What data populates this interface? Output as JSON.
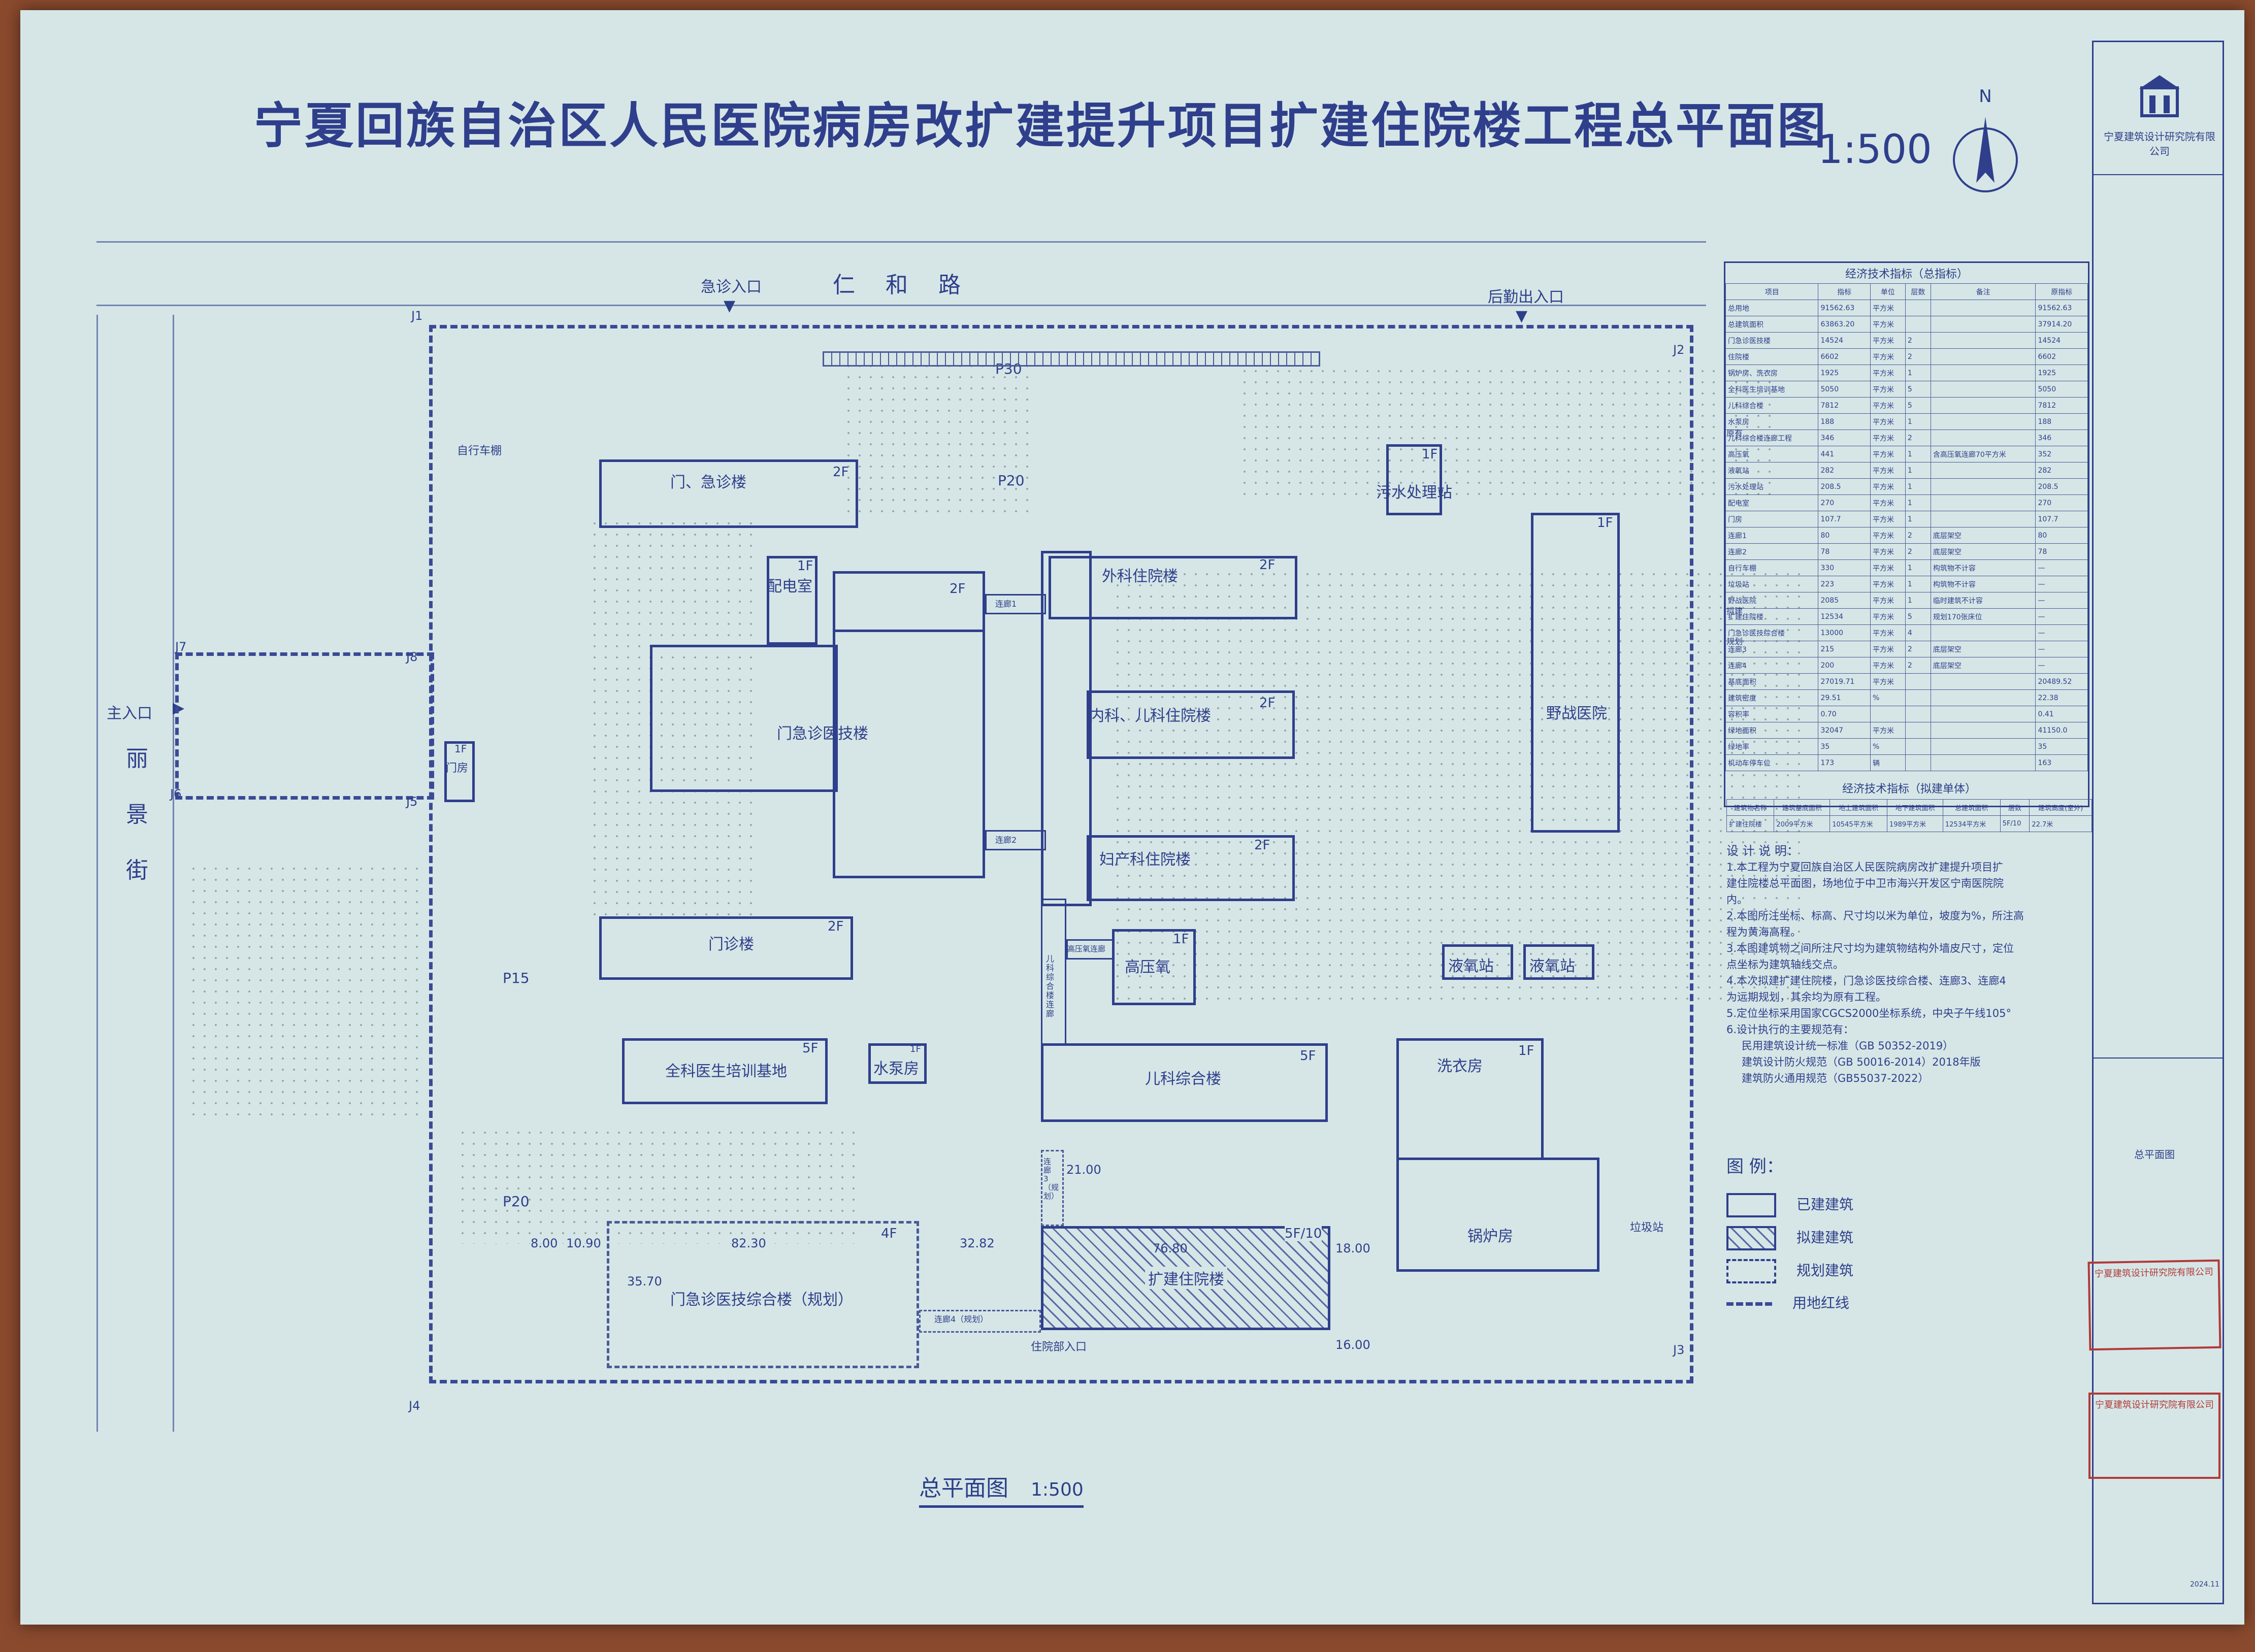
{
  "title": "宁夏回族自治区人民医院病房改扩建提升项目扩建住院楼工程总平面图",
  "title_scale": "1:500",
  "north": "N",
  "roads": {
    "north": "仁和路",
    "west": "丽景街"
  },
  "gates": {
    "emergency": "急诊入口",
    "logistics": "后勤出入口",
    "main": "主入口",
    "inpatient": "住院部入口"
  },
  "points": [
    "J1",
    "J2",
    "J3",
    "J4",
    "J5",
    "J6",
    "J7",
    "J8"
  ],
  "parking": [
    "P30",
    "P20",
    "P15",
    "P20"
  ],
  "buildings": [
    {
      "name": "门、急诊楼",
      "floors": "2F"
    },
    {
      "name": "配电室",
      "floors": "1F"
    },
    {
      "name": "门急诊医技楼",
      "floors": "2F"
    },
    {
      "name": "门诊楼",
      "floors": "2F"
    },
    {
      "name": "门房",
      "floors": "1F"
    },
    {
      "name": "外科住院楼",
      "floors": "2F"
    },
    {
      "name": "内科、儿科住院楼",
      "floors": "2F"
    },
    {
      "name": "妇产科住院楼",
      "floors": "2F"
    },
    {
      "name": "高压氧",
      "floors": "1F"
    },
    {
      "name": "污水处理站",
      "floors": "1F"
    },
    {
      "name": "野战医院",
      "floors": "1F"
    },
    {
      "name": "液氧站",
      "floors": ""
    },
    {
      "name": "液氧站",
      "floors": ""
    },
    {
      "name": "全科医生培训基地",
      "floors": "5F"
    },
    {
      "name": "水泵房",
      "floors": "1F"
    },
    {
      "name": "儿科综合楼",
      "floors": "5F"
    },
    {
      "name": "洗衣房",
      "floors": "1F"
    },
    {
      "name": "锅炉房",
      "floors": ""
    },
    {
      "name": "门急诊医技综合楼（规划）",
      "floors": "4F"
    },
    {
      "name": "扩建住院楼",
      "floors": "5F/10"
    }
  ],
  "connectors": [
    "连廊1",
    "连廊2",
    "连廊3",
    "连廊4（规划）",
    "高压氧连廊",
    "儿科综合楼连廊",
    "连廊3（规划）"
  ],
  "misc_labels": {
    "bike": "自行车棚",
    "trash": "垃圾站"
  },
  "dims": [
    "82.30",
    "32.82",
    "76.80",
    "18.00",
    "16.00",
    "8.00",
    "10.90",
    "35.70",
    "21.00"
  ],
  "table1": {
    "title": "经济技术指标（总指标）",
    "headers": [
      "项目",
      "指标",
      "单位",
      "层数",
      "备注",
      "原指标"
    ],
    "rows": [
      [
        "总用地",
        "91562.63",
        "平方米",
        "",
        "",
        "91562.63"
      ],
      [
        "总建筑面积",
        "63863.20",
        "平方米",
        "",
        "",
        "37914.20"
      ],
      [
        "门急诊医技楼",
        "14524",
        "平方米",
        "2",
        "",
        "14524"
      ],
      [
        "住院楼",
        "6602",
        "平方米",
        "2",
        "",
        "6602"
      ],
      [
        "锅炉房、洗衣房",
        "1925",
        "平方米",
        "1",
        "",
        "1925"
      ],
      [
        "全科医生培训基地",
        "5050",
        "平方米",
        "5",
        "",
        "5050"
      ],
      [
        "儿科综合楼",
        "7812",
        "平方米",
        "5",
        "",
        "7812"
      ],
      [
        "水泵房",
        "188",
        "平方米",
        "1",
        "",
        "188"
      ],
      [
        "儿科综合楼连廊工程",
        "346",
        "平方米",
        "2",
        "",
        "346"
      ],
      [
        "高压氧",
        "441",
        "平方米",
        "1",
        "含高压氧连廊70平方米",
        "352"
      ],
      [
        "液氧站",
        "282",
        "平方米",
        "1",
        "",
        "282"
      ],
      [
        "污水处理站",
        "208.5",
        "平方米",
        "1",
        "",
        "208.5"
      ],
      [
        "配电室",
        "270",
        "平方米",
        "1",
        "",
        "270"
      ],
      [
        "门房",
        "107.7",
        "平方米",
        "1",
        "",
        "107.7"
      ],
      [
        "连廊1",
        "80",
        "平方米",
        "2",
        "底层架空",
        "80"
      ],
      [
        "连廊2",
        "78",
        "平方米",
        "2",
        "底层架空",
        "78"
      ],
      [
        "自行车棚",
        "330",
        "平方米",
        "1",
        "构筑物不计容",
        "—"
      ],
      [
        "垃圾站",
        "223",
        "平方米",
        "1",
        "构筑物不计容",
        "—"
      ],
      [
        "野战医院",
        "2085",
        "平方米",
        "1",
        "临时建筑不计容",
        "—"
      ],
      [
        "扩建住院楼",
        "12534",
        "平方米",
        "5",
        "规划170张床位",
        "—"
      ],
      [
        "门急诊医技综合楼",
        "13000",
        "平方米",
        "4",
        "",
        "—"
      ],
      [
        "连廊3",
        "215",
        "平方米",
        "2",
        "底层架空",
        "—"
      ],
      [
        "连廊4",
        "200",
        "平方米",
        "2",
        "底层架空",
        "—"
      ],
      [
        "基底面积",
        "27019.71",
        "平方米",
        "",
        "",
        "20489.52"
      ],
      [
        "建筑密度",
        "29.51",
        "%",
        "",
        "",
        "22.38"
      ],
      [
        "容积率",
        "0.70",
        "",
        "",
        "",
        "0.41"
      ],
      [
        "绿地面积",
        "32047",
        "平方米",
        "",
        "",
        "41150.0"
      ],
      [
        "绿地率",
        "35",
        "%",
        "",
        "",
        "35"
      ],
      [
        "机动车停车位",
        "173",
        "辆",
        "",
        "",
        "163"
      ]
    ]
  },
  "table1_groups": {
    "existing": "原有",
    "planned": "规划",
    "proposed": "拟建"
  },
  "table2": {
    "title": "经济技术指标（拟建单体）",
    "headers": [
      "建筑物名称",
      "建筑基底面积",
      "地上建筑面积",
      "地下建筑面积",
      "总建筑面积",
      "层数",
      "建筑高度(室外)"
    ],
    "row": [
      "扩建住院楼",
      "2009平方米",
      "10545平方米",
      "1989平方米",
      "12534平方米",
      "5F/10",
      "22.7米"
    ]
  },
  "notes": {
    "title": "设 计 说 明：",
    "lines": [
      "1.本工程为宁夏回族自治区人民医院病房改扩建提升项目扩",
      "建住院楼总平面图，场地位于中卫市海兴开发区宁南医院院",
      "内。",
      "2.本图所注坐标、标高、尺寸均以米为单位，坡度为%，所注高",
      "程为黄海高程。",
      "3.本图建筑物之间所注尺寸均为建筑物结构外墙皮尺寸，定位",
      "点坐标为建筑轴线交点。",
      "4.本次拟建扩建住院楼，门急诊医技综合楼、连廊3、连廊4",
      "为远期规划，其余均为原有工程。",
      "5.定位坐标采用国家CGCS2000坐标系统，中央子午线105°",
      "6.设计执行的主要规范有：",
      "民用建筑设计统一标准（GB 50352-2019）",
      "建筑设计防火规范（GB 50016-2014）2018年版",
      "建筑防火通用规范（GB55037-2022）"
    ]
  },
  "legend": {
    "title": "图  例：",
    "items": [
      "已建建筑",
      "拟建建筑",
      "规划建筑",
      "用地红线"
    ]
  },
  "bottom_caption": "总平面图",
  "bottom_scale": "1:500",
  "company": {
    "name": "宁夏建筑设计研究院有限公司",
    "seal": "宁夏建筑设计研究院有限公司"
  },
  "title_block": {
    "drawing": "总平面图",
    "date": "2024.11"
  },
  "colors": {
    "paper": "#d6e6e6",
    "ink": "#2f3f8c",
    "stamp": "#b23a3a"
  }
}
